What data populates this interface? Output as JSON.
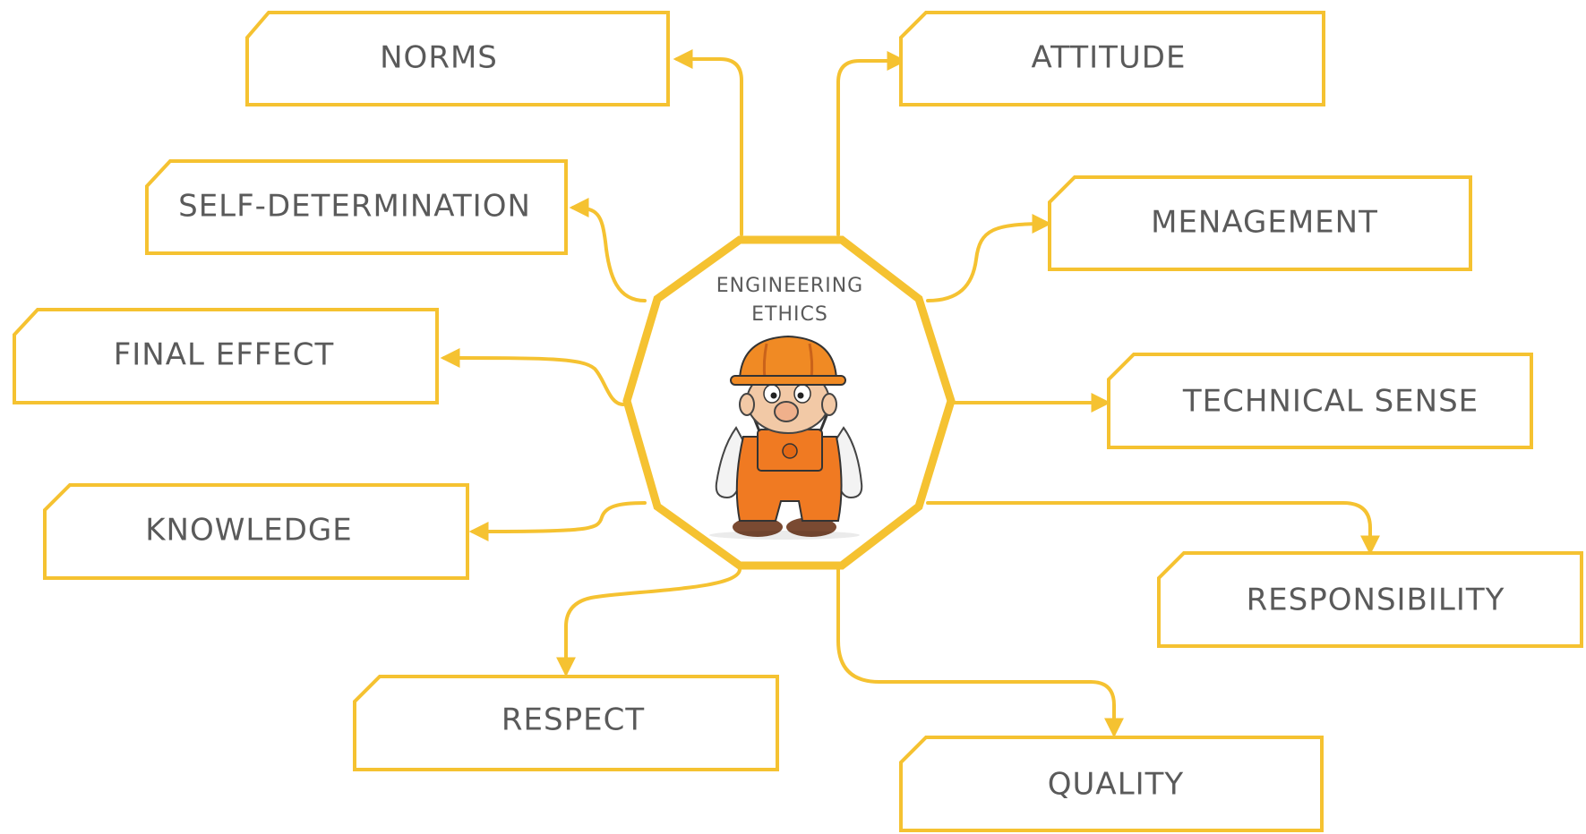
{
  "diagram": {
    "center": {
      "line1": "ENGINEERING",
      "line2": "ETHICS",
      "mascot_icon": "engineer-mascot-icon"
    },
    "nodes": [
      {
        "id": "norms",
        "label": "NORMS"
      },
      {
        "id": "self-determination",
        "label": "SELF-DETERMINATION"
      },
      {
        "id": "final-effect",
        "label": "FINAL EFFECT"
      },
      {
        "id": "knowledge",
        "label": "KNOWLEDGE"
      },
      {
        "id": "respect",
        "label": "RESPECT"
      },
      {
        "id": "attitude",
        "label": "ATTITUDE"
      },
      {
        "id": "menagement",
        "label": "MENAGEMENT"
      },
      {
        "id": "technical-sense",
        "label": "TECHNICAL SENSE"
      },
      {
        "id": "responsibility",
        "label": "RESPONSIBILITY"
      },
      {
        "id": "quality",
        "label": "QUALITY"
      }
    ]
  },
  "colors": {
    "accent": "#F5C231",
    "text": "#5a5a5a",
    "helmet": "#F08A24",
    "overalls": "#F07A22"
  }
}
